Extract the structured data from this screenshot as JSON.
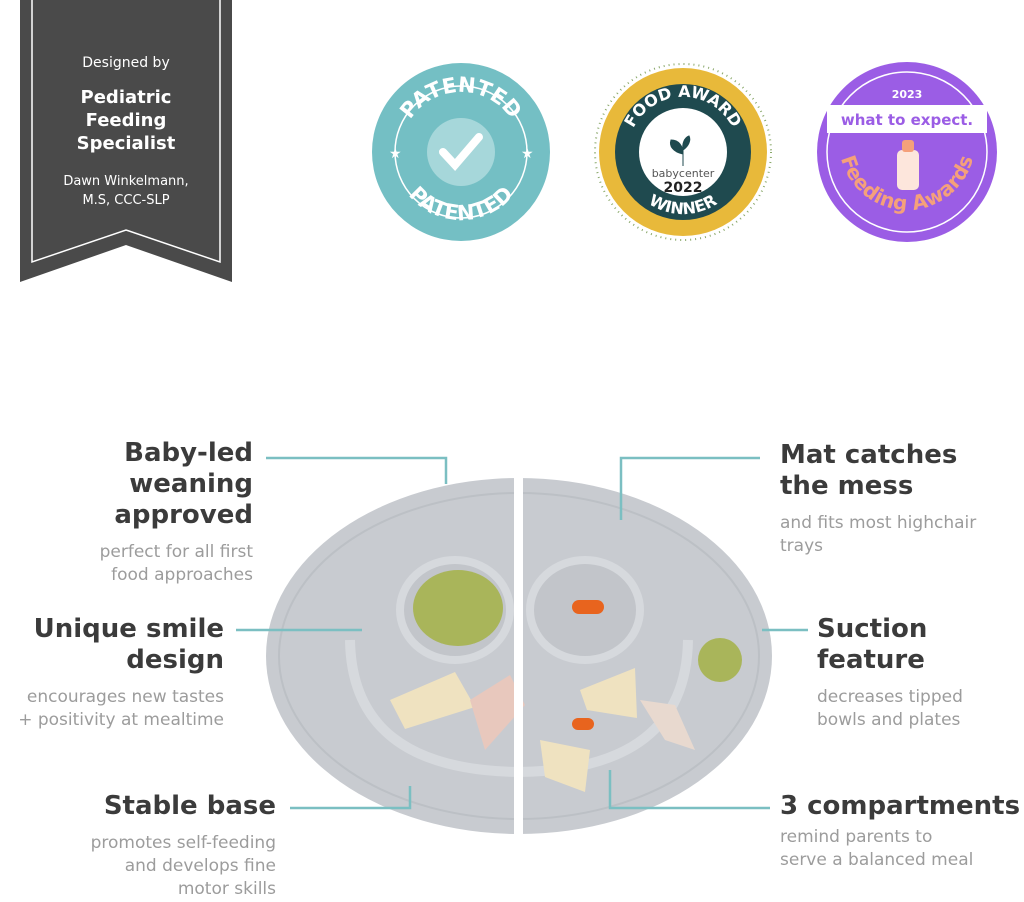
{
  "ribbon": {
    "designed_by": "Designed by",
    "title_lines": [
      "Pediatric",
      "Feeding",
      "Specialist"
    ],
    "name": "Dawn Winkelmann,",
    "credentials": "M.S, CCC-SLP"
  },
  "badges": {
    "patented": {
      "top": "PATENTED",
      "bottom": "PATENTED",
      "color": "#74bfc4"
    },
    "food_award": {
      "top": "FOOD AWARD",
      "brand": "babycenter",
      "year": "2022",
      "bottom": "WINNER",
      "ring": "#e8b93a",
      "inner": "#1f4a4f"
    },
    "feeding_awards": {
      "year": "2023",
      "brand": "what to expect.",
      "title": "Feeding Awards",
      "color": "#9b5de5",
      "accent": "#f5a07a"
    }
  },
  "features": {
    "left": [
      {
        "title_lines": [
          "Baby-led weaning",
          "approved"
        ],
        "desc_lines": [
          "perfect for all first",
          "food approaches"
        ]
      },
      {
        "title_lines": [
          "Unique smile",
          "design"
        ],
        "desc_lines": [
          "encourages new tastes",
          "+ positivity at mealtime"
        ]
      },
      {
        "title_lines": [
          "Stable base"
        ],
        "desc_lines": [
          "promotes self-feeding",
          "and develops fine",
          "motor skills"
        ]
      }
    ],
    "right": [
      {
        "title_lines": [
          "Mat catches",
          "the mess"
        ],
        "desc_lines": [
          "and fits most highchair",
          "trays"
        ]
      },
      {
        "title_lines": [
          "Suction",
          "feature"
        ],
        "desc_lines": [
          "decreases tipped",
          "bowls and plates"
        ]
      },
      {
        "title_lines": [
          "3 compartments"
        ],
        "desc_lines": [
          "remind parents to",
          "serve a balanced meal"
        ]
      }
    ]
  },
  "colors": {
    "leader": "#7bbfc2",
    "mat": "#c8cbd0",
    "ribbon": "#4a4a4a"
  }
}
